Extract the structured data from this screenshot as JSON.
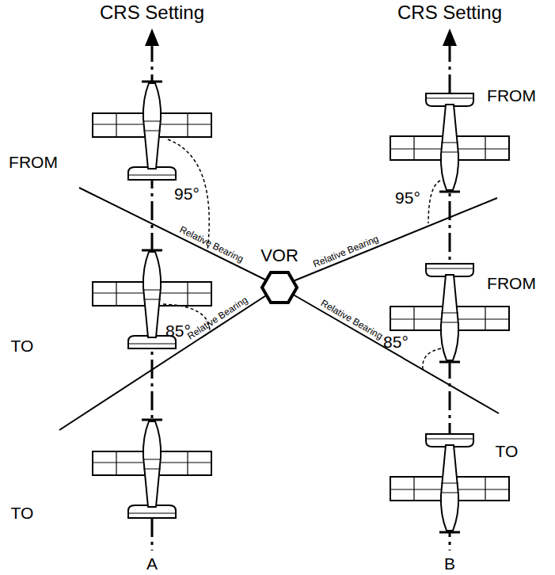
{
  "diagram": {
    "nodes": [
      {
        "text": [
          "VOR"
        ]
      }
    ],
    "labels": [
      "CRS Setting",
      "CRS Setting",
      "FROM",
      "95°",
      "TO",
      "85°",
      "TO",
      "A",
      "FROM",
      "95°",
      "FROM",
      "85°",
      "TO",
      "B",
      "Relative Bearing",
      "Relative Bearing",
      "Relative Bearing",
      "Relative Bearing"
    ]
  }
}
